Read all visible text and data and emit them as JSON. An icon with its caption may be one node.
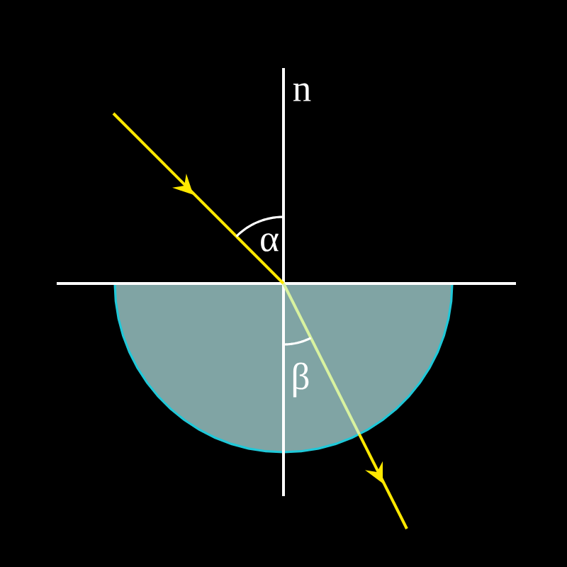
{
  "diagram": {
    "labels": [
      "n",
      "α",
      "β"
    ]
  }
}
